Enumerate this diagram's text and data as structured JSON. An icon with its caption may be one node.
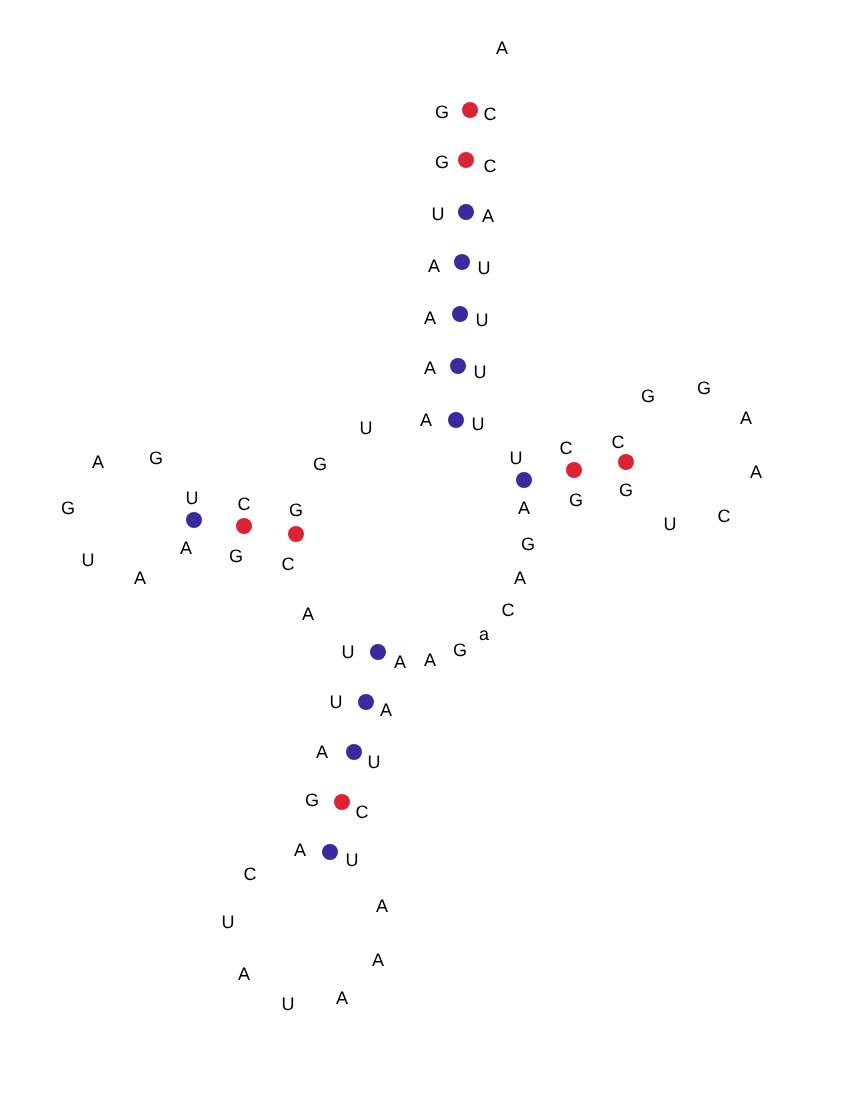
{
  "diagram": {
    "labels": [
      "A",
      "G",
      "C",
      "G",
      "C",
      "U",
      "A",
      "A",
      "U",
      "A",
      "U",
      "A",
      "U",
      "U",
      "A",
      "U",
      "G",
      "G",
      "A",
      "A",
      "G",
      "G",
      "U",
      "C",
      "C",
      "A",
      "G",
      "U",
      "C",
      "G",
      "A",
      "G",
      "G",
      "U",
      "C",
      "U",
      "A",
      "A",
      "G",
      "C",
      "G",
      "A",
      "A",
      "C",
      "a",
      "U",
      "A",
      "A",
      "G",
      "U",
      "A",
      "A",
      "U",
      "G",
      "C",
      "A",
      "U",
      "C",
      "A",
      "U",
      "A",
      "A",
      "A",
      "U"
    ]
  }
}
